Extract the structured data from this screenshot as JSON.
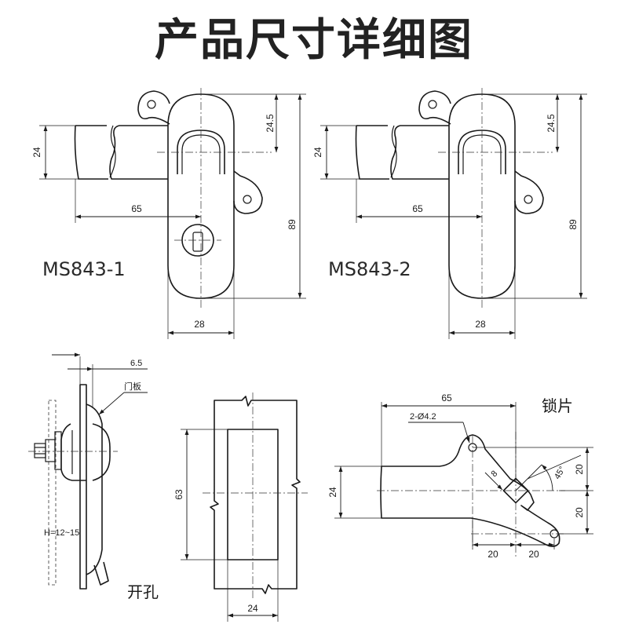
{
  "title": "产品尺寸详细图",
  "models": {
    "left": "MS843-1",
    "right": "MS843-2"
  },
  "top_dimensions": {
    "height_24": "24",
    "offset_24_5": "24.5",
    "length_65": "65",
    "total_89": "89",
    "width_28": "28"
  },
  "side_view": {
    "thickness": "6.5",
    "door_panel_label": "门板",
    "panel_range": "H=12~15"
  },
  "cutout": {
    "label": "开孔",
    "height": "63",
    "width": "24"
  },
  "latch_plate": {
    "label": "锁片",
    "length": "65",
    "holes": "2-Ø4.2",
    "square": "8",
    "angle": "45°",
    "height": "24",
    "offset_v1": "20",
    "offset_v2": "20",
    "offset_h1": "20",
    "offset_h2": "20"
  },
  "colors": {
    "line": "#1a1a1a",
    "title": "#222222"
  }
}
